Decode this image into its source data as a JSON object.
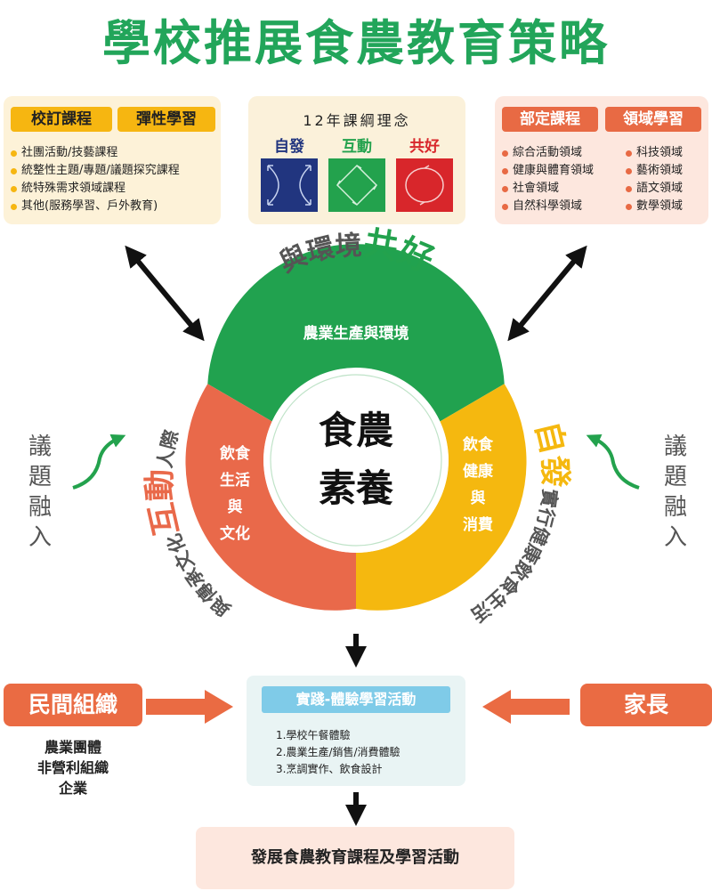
{
  "title": "學校推展食農教育策略",
  "left_panel": {
    "tags": [
      "校訂課程",
      "彈性學習"
    ],
    "items": [
      "社團活動/技藝課程",
      "統整性主題/專題/議題探究課程",
      "統特殊需求領域課程",
      "其他(服務學習、戶外教育)"
    ]
  },
  "center_panel": {
    "title": "12年課綱理念",
    "labels": [
      "自發",
      "互動",
      "共好"
    ],
    "colors": [
      "#21357f",
      "#23a24d",
      "#d8262b"
    ]
  },
  "right_panel": {
    "tags": [
      "部定課程",
      "領域學習"
    ],
    "items_col1": [
      "綜合活動領域",
      "健康與體育領域",
      "社會領域",
      "自然科學領域"
    ],
    "items_col2": [
      "科技領域",
      "藝術領域",
      "語文領域",
      "數學領域"
    ]
  },
  "ring": {
    "core": [
      "食農",
      "素養"
    ],
    "top_segment": "農業生產與環境",
    "left_segment": [
      "飲食",
      "生活",
      "與",
      "文化"
    ],
    "right_segment": [
      "飲食",
      "健康",
      "與",
      "消費"
    ],
    "arc_top_plain": "與環境",
    "arc_top_bold": "共好",
    "arc_left_plain": "人際",
    "arc_left_bold": "互動",
    "arc_left_tail": "與傳承文化",
    "arc_right_bold": "自發",
    "arc_right_tail": "實行健康飲食生活",
    "colors": {
      "green": "#21a24f",
      "orange": "#e9694a",
      "yellow": "#f5b80f"
    }
  },
  "side_left": [
    "議",
    "題",
    "融",
    "入"
  ],
  "side_right": [
    "議",
    "題",
    "融",
    "入"
  ],
  "org": {
    "label": "民間組織",
    "items": [
      "農業團體",
      "非營利組織",
      "企業"
    ]
  },
  "parent": {
    "label": "家長"
  },
  "activity": {
    "header": "實踐-體驗學習活動",
    "items": [
      "1.學校午餐體驗",
      "2.農業生產/銷售/消費體驗",
      "3.烹調實作、飲食設計"
    ]
  },
  "final": "發展食農教育課程及學習活動"
}
